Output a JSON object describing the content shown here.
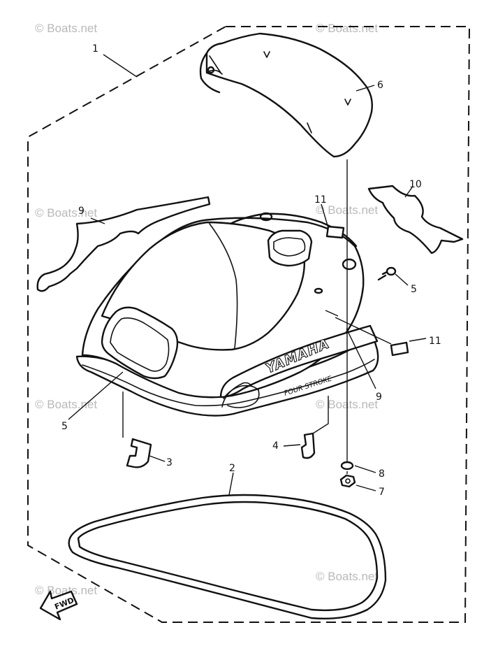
{
  "diagram": {
    "callouts": [
      "1",
      "2",
      "3",
      "4",
      "5",
      "5",
      "6",
      "7",
      "8",
      "9",
      "9",
      "10",
      "11",
      "11"
    ],
    "watermark": "© Boats.net",
    "cowling_brand": "YAMAHA",
    "cowling_sub": "FOUR STROKE",
    "direction_label": "FWD"
  },
  "colors": {
    "ink": "#111111",
    "paper": "#ffffff",
    "watermark": "#b9b9b9"
  }
}
